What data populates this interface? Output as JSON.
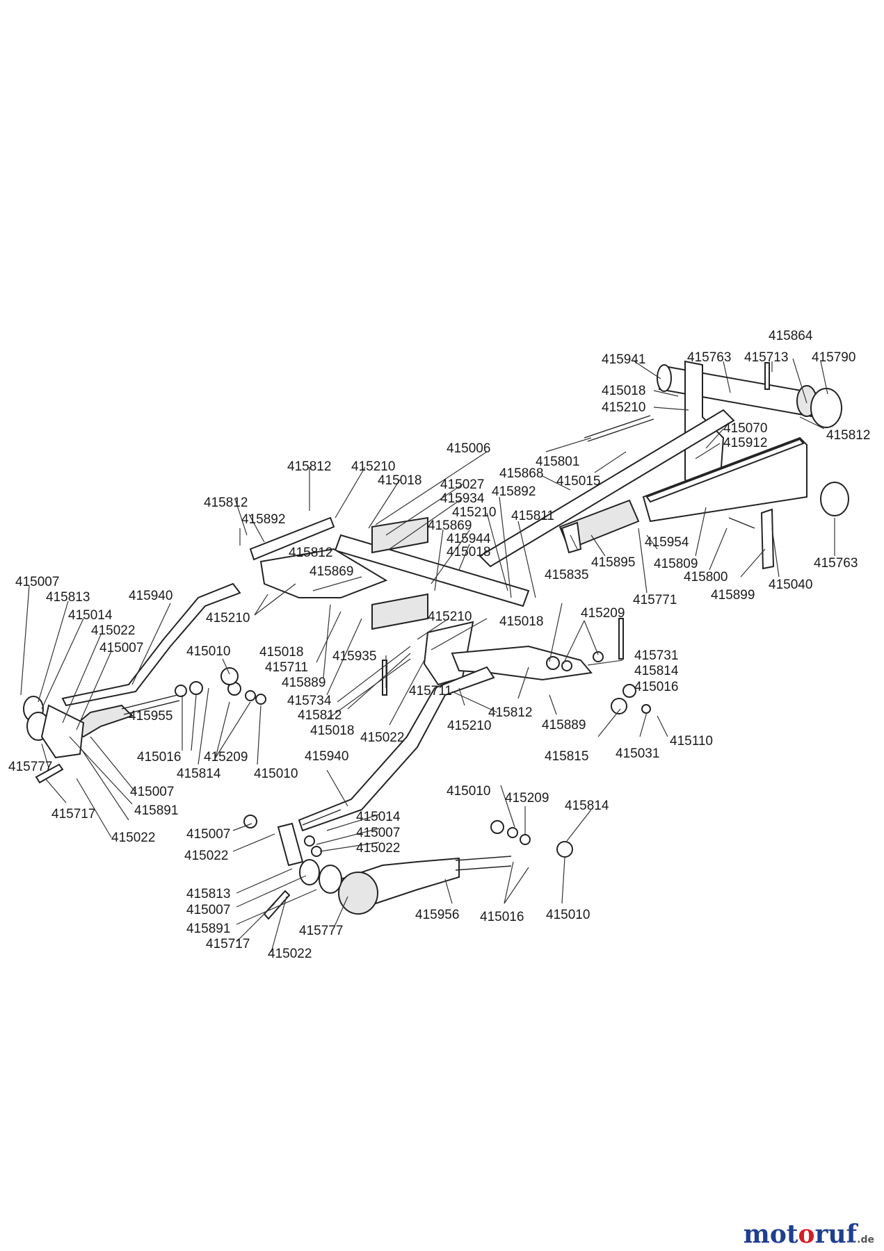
{
  "part_labels": [
    "415864",
    "415941",
    "415763",
    "415713",
    "415790",
    "415018",
    "415210",
    "415812",
    "415070",
    "415912",
    "415801",
    "415015",
    "415006",
    "415868",
    "415892",
    "415027",
    "415934",
    "415210",
    "415869",
    "415944",
    "415018",
    "415811",
    "415812",
    "415210",
    "415018",
    "415812",
    "415892",
    "415812",
    "415869",
    "415835",
    "415895",
    "415954",
    "415809",
    "415800",
    "415899",
    "415040",
    "415763",
    "415771",
    "415007",
    "415813",
    "415940",
    "415014",
    "415022",
    "415007",
    "415210",
    "415010",
    "415209",
    "415018",
    "415711",
    "415889",
    "415935",
    "415210",
    "415018",
    "415731",
    "415814",
    "415016",
    "415734",
    "415812",
    "415711",
    "415018",
    "415022",
    "415210",
    "415812",
    "415889",
    "415955",
    "415016",
    "415209",
    "415814",
    "415010",
    "415777",
    "415007",
    "415891",
    "415717",
    "415022",
    "415815",
    "415031",
    "415110",
    "415940",
    "415010",
    "415209",
    "415814",
    "415014",
    "415007",
    "415022",
    "415007",
    "415022",
    "415813",
    "415007",
    "415891",
    "415717",
    "415022",
    "415777",
    "415956",
    "415016",
    "415010"
  ],
  "brand": {
    "part1": "mot",
    "part2": "o",
    "part3": "ruf",
    "suffix": ".de"
  }
}
